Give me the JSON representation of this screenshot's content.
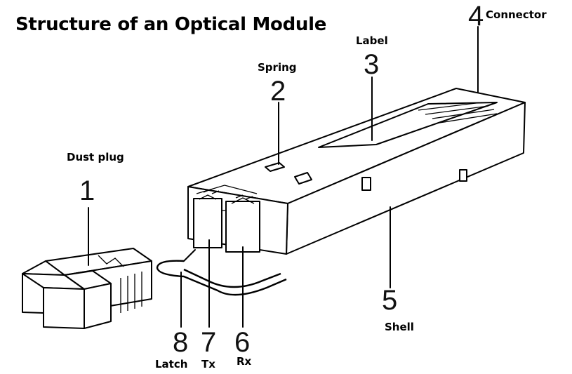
{
  "title": "Structure of an Optical Module",
  "parts": [
    {
      "number": "1",
      "label": "Dust plug"
    },
    {
      "number": "2",
      "label": "Spring"
    },
    {
      "number": "3",
      "label": "Label"
    },
    {
      "number": "4",
      "label": "Connector"
    },
    {
      "number": "5",
      "label": "Shell"
    },
    {
      "number": "6",
      "label": "Rx"
    },
    {
      "number": "7",
      "label": "Tx"
    },
    {
      "number": "8",
      "label": "Latch"
    }
  ]
}
